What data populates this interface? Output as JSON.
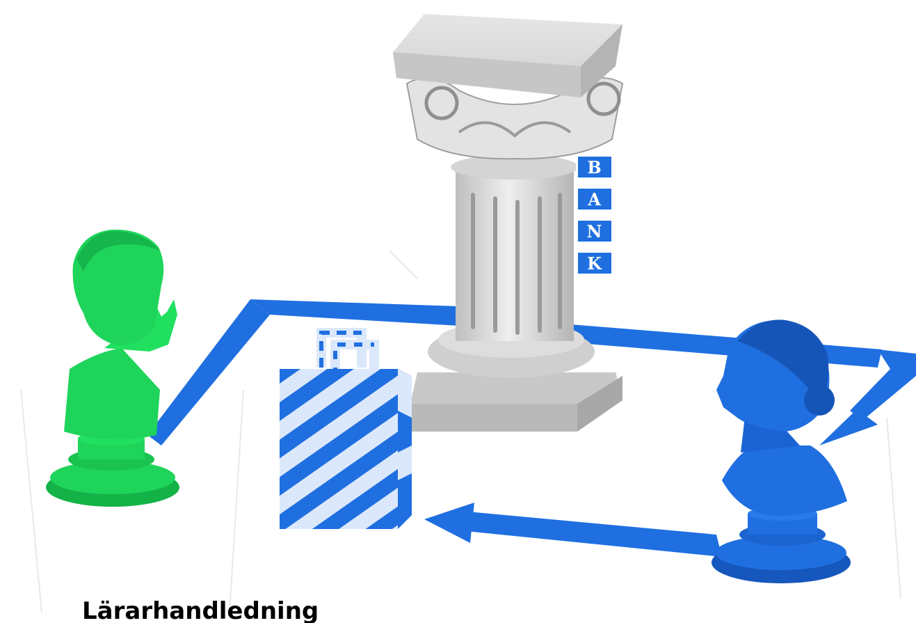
{
  "page": {
    "title": "Lärarhandledning"
  },
  "illustration": {
    "bank_sign_letters": [
      "B",
      "A",
      "N",
      "K"
    ],
    "colors": {
      "flow_blue": "#1f6fe0",
      "green_bust": "#1fd45a",
      "blue_bust": "#1f6fe0",
      "marble": "#d9d9d9",
      "bag_stripe_light": "#dbe8fb"
    },
    "icons": [
      "green-bust-icon",
      "blue-bust-icon",
      "marble-column-icon",
      "shopping-bag-icon",
      "flow-arrow-icon"
    ]
  }
}
